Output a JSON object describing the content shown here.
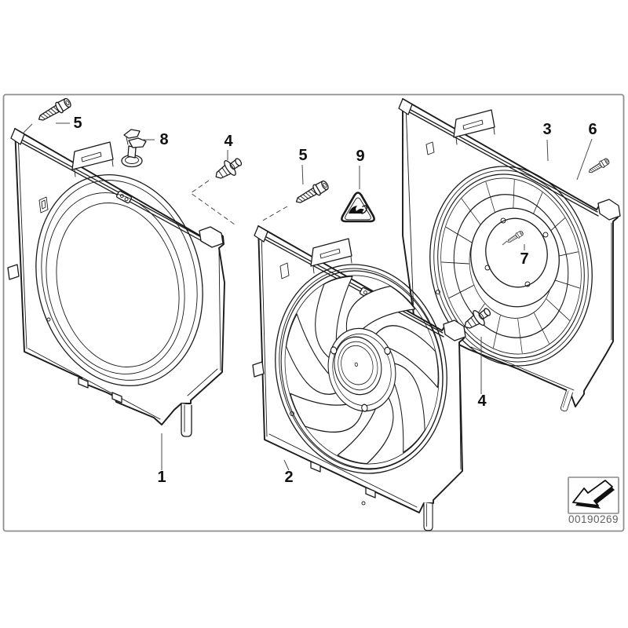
{
  "figure": {
    "kind": "exploded-parts-line-drawing",
    "callouts": [
      {
        "label": "5"
      },
      {
        "label": "8"
      },
      {
        "label": "4"
      },
      {
        "label": "5"
      },
      {
        "label": "9"
      },
      {
        "label": "3"
      },
      {
        "label": "6"
      },
      {
        "label": "7"
      },
      {
        "label": "4"
      },
      {
        "label": "1"
      },
      {
        "label": "2"
      }
    ],
    "stamp": {
      "number": "00190269",
      "icon": "corner-arrow-icon"
    },
    "icons": {
      "warning": "fan-warning-triangle-icon"
    }
  },
  "colors": {
    "background": "#ffffff",
    "line": "#1b1b1b",
    "frame_border": "#8f8f8f",
    "leader_line": "#4a4a4a",
    "stamp_text": "#5f5f5f"
  }
}
